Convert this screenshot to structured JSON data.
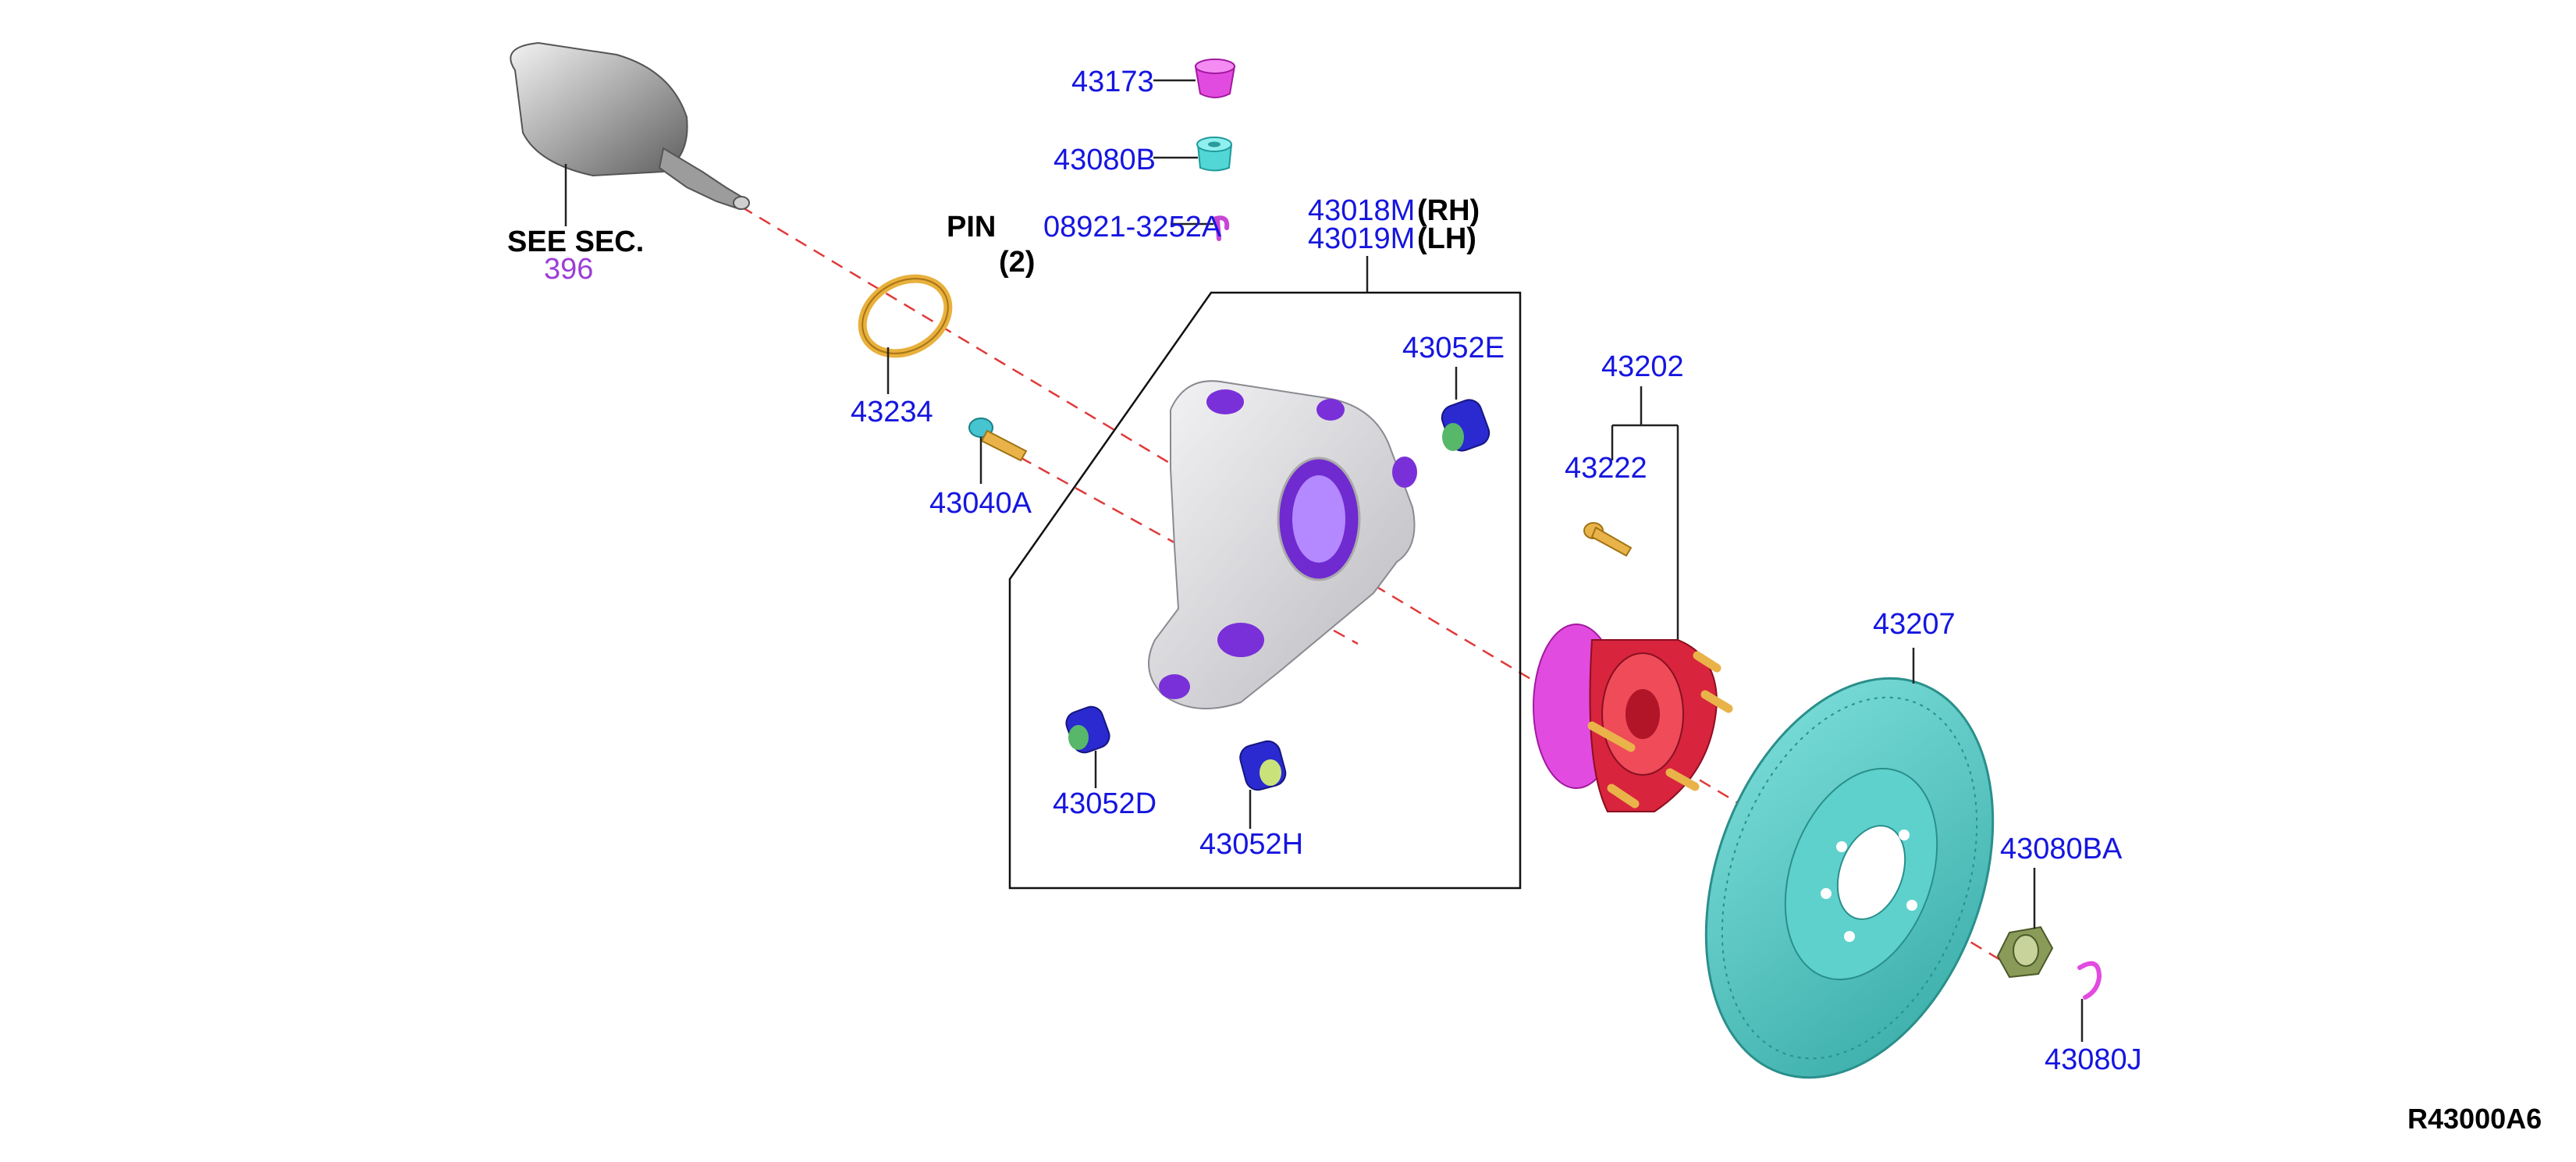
{
  "diagram": {
    "code": "R43000A6",
    "see_sec": {
      "label": "SEE SEC.",
      "number": "396"
    },
    "pin": {
      "label": "PIN",
      "part": "08921-3252A",
      "qty": "(2)"
    },
    "knuckle": {
      "rh_part": "43018M",
      "rh_side": "(RH)",
      "lh_part": "43019M",
      "lh_side": "(LH)"
    },
    "parts": {
      "p43173": "43173",
      "p43080B": "43080B",
      "p43234": "43234",
      "p43040A": "43040A",
      "p43052E": "43052E",
      "p43052D": "43052D",
      "p43052H": "43052H",
      "p43202": "43202",
      "p43222": "43222",
      "p43207": "43207",
      "p43080BA": "43080BA",
      "p43080J": "43080J"
    },
    "colors": {
      "label_blue": "#1515e0",
      "section_purple": "#9b3fd6",
      "axis_red": "#e03a3a",
      "rotor_teal": "#4fc9c4",
      "hub_magenta": "#e24be0",
      "hub_red": "#d8243c",
      "knuckle_gray": "#d9d9dd",
      "bushing_blue": "#2a2ad0"
    }
  }
}
